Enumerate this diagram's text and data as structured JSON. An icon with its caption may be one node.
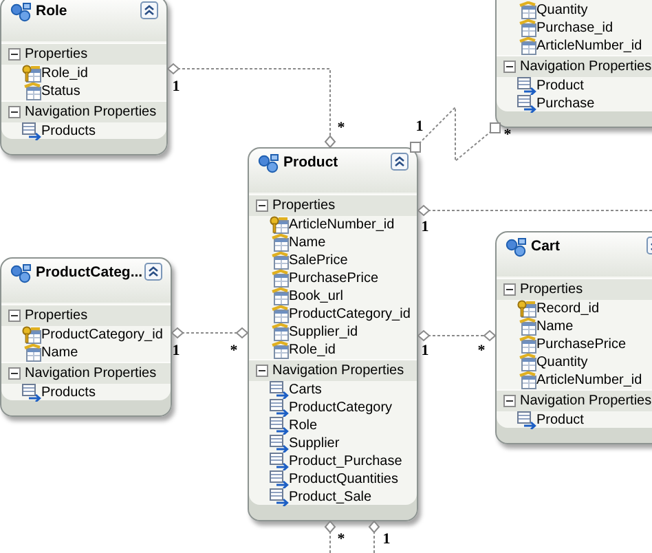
{
  "diagram": {
    "nodes": [
      {
        "text": [
          "Role",
          "Properties",
          "Role_id",
          "Status",
          "Navigation Properties",
          "Products"
        ]
      },
      {
        "text": [
          "Quantity",
          "Purchase_id",
          "ArticleNumber_id",
          "Navigation Properties",
          "Product",
          "Purchase"
        ]
      },
      {
        "text": [
          "Product",
          "Properties",
          "ArticleNumber_id",
          "Name",
          "SalePrice",
          "PurchasePrice",
          "Book_url",
          "ProductCategory_id",
          "Supplier_id",
          "Role_id",
          "Navigation Properties",
          "Carts",
          "ProductCategory",
          "Role",
          "Supplier",
          "Product_Purchase",
          "ProductQuantities",
          "Product_Sale"
        ]
      },
      {
        "text": [
          "ProductCateg...",
          "Properties",
          "ProductCategory_id",
          "Name",
          "Navigation Properties",
          "Products"
        ]
      },
      {
        "text": [
          "Cart",
          "Properties",
          "Record_id",
          "Name",
          "PurchasePrice",
          "Quantity",
          "ArticleNumber_id",
          "Navigation Properties",
          "Product"
        ]
      }
    ],
    "edges": [
      {
        "from": 0,
        "to": 2,
        "arrow": "other"
      },
      {
        "from": 1,
        "to": 2,
        "arrow": "other"
      },
      {
        "from": 2,
        "to": null,
        "arrow": "other"
      },
      {
        "from": 3,
        "to": 2,
        "arrow": "other"
      },
      {
        "from": 2,
        "to": 4,
        "arrow": "other"
      },
      {
        "from": 2,
        "to": null,
        "arrow": "other"
      },
      {
        "from": 2,
        "to": null,
        "arrow": "other"
      }
    ],
    "labels": [
      "1",
      "*",
      "1",
      "*",
      "1",
      "1",
      "*",
      "1",
      "*",
      "*",
      "1"
    ]
  }
}
